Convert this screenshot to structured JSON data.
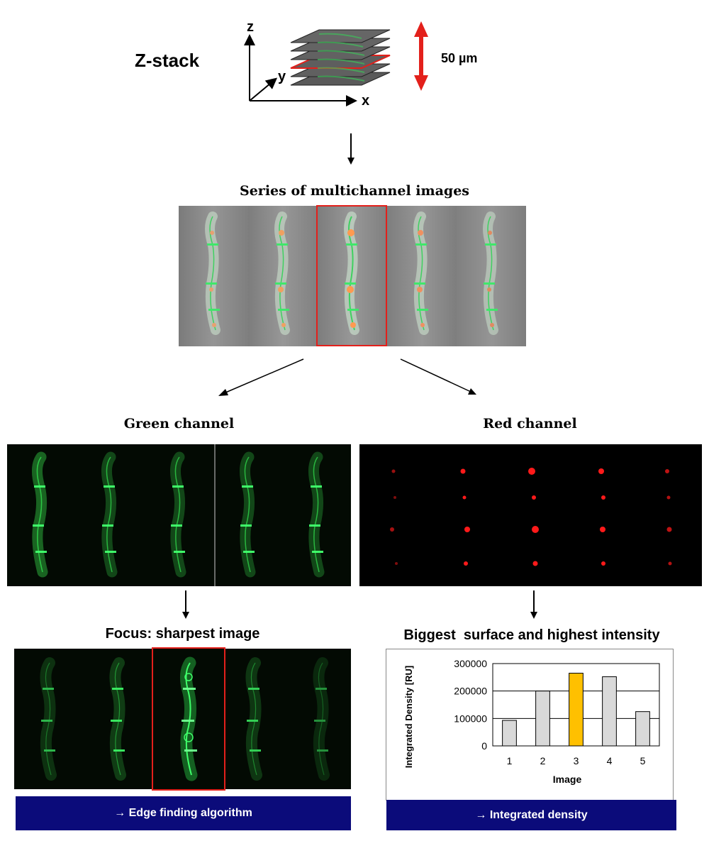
{
  "zstack": {
    "title": "Z-stack",
    "axis_z": "z",
    "axis_y": "y",
    "axis_x": "x",
    "depth_label": "50 µm"
  },
  "series": {
    "title": "Series of multichannel images",
    "count": 5,
    "selected_index": 3
  },
  "green": {
    "title": "Green channel"
  },
  "red": {
    "title": "Red channel"
  },
  "focus": {
    "title": "Focus: sharpest image",
    "selected_index": 3
  },
  "density": {
    "title": "Biggest  surface and highest intensity"
  },
  "banners": {
    "left": "→ Edge finding algorithm",
    "right": "→ Integrated density"
  },
  "colors": {
    "highlight_border": "#e3201b",
    "banner_bg": "#0b0b7a",
    "bar_default": "#d9d9d9",
    "bar_highlight": "#ffc000",
    "green_cell": "#2fd24a",
    "red_spot": "#ff1a1a"
  },
  "chart_data": {
    "type": "bar",
    "categories": [
      "1",
      "2",
      "3",
      "4",
      "5"
    ],
    "values": [
      93000,
      200000,
      265000,
      252000,
      125000
    ],
    "highlight_index": 2,
    "xlabel": "Image",
    "ylabel": "Integrated Density [RU]",
    "ylim": [
      0,
      300000
    ],
    "yticks": [
      "0",
      "100000",
      "200000",
      "300000"
    ],
    "grid": true
  }
}
